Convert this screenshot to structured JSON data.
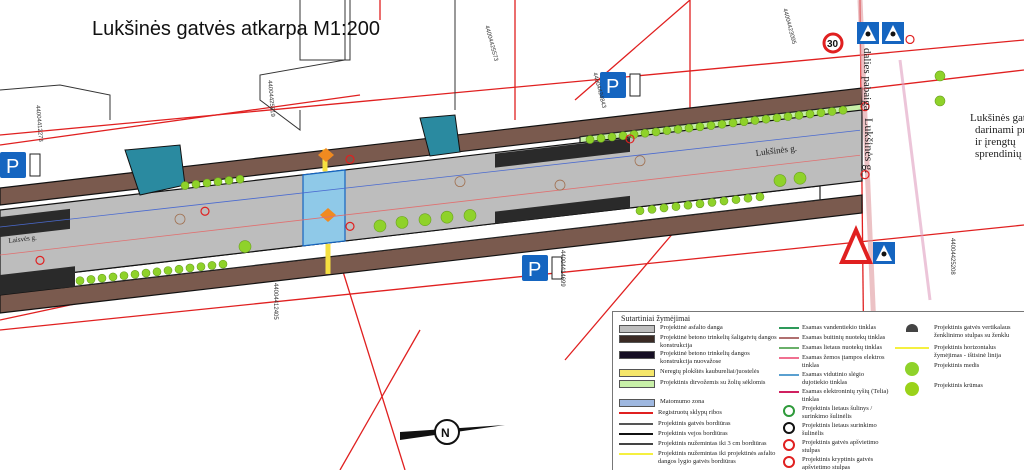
{
  "title": "Lukšinės gatvės atkarpa M1:200",
  "streets": {
    "center": "Lukšinės g.",
    "right_vertical": "Lukšinės g.",
    "right_vertical2": "dalies pabaiga",
    "left": "Laisvės g.",
    "note_line1": "Lukšinės gatvė",
    "note_line2": "darinami prie",
    "note_line3": "ir įrengtų",
    "note_line4": "sprendinių"
  },
  "parcels": [
    "44004412273",
    "44004425519",
    "44004425573",
    "44004423095",
    "44004424843",
    "44004412405",
    "44004414699",
    "44004425208"
  ],
  "signs": {
    "parking": "P",
    "speed_limit": "30"
  },
  "colors": {
    "asphalt": "#bdbdbd",
    "sidewalk": "#7a5a4e",
    "parking": "#2a2a2a",
    "lawn": "#c8f0a8",
    "tree": "#8fd22a",
    "cadastre": "#e02020",
    "sign_blue": "#1565c0",
    "teal": "#2a8aa0"
  },
  "legend": {
    "header": "Sutartiniai žymėjimai",
    "col1": [
      {
        "label": "Projektinė asfalto danga",
        "swatch": "#bdbdbd"
      },
      {
        "label": "Projektinė betono trinkelių šaligatvių dangos konstrukcija",
        "swatch": "#3a2a24"
      },
      {
        "label": "Projektinė betono trinkelių dangos konstrukcija nuovažose",
        "swatch": "#160f24"
      },
      {
        "label": "Neregių plokštės kaubureliai/juostelės",
        "swatch": "#f5e66a"
      },
      {
        "label": "Projektinis dirvožemis su žolių sėklomis",
        "swatch": "#c8f0a8"
      },
      {
        "label": "Matomumo zona",
        "swatch": "#9fb8e0"
      },
      {
        "label": "Registruotų sklypų ribos",
        "swatch": "#e02020"
      },
      {
        "label": "Projektinis gatvės bordiūras",
        "swatch": "#555555"
      },
      {
        "label": "Projektinis vejos bordiūras",
        "swatch": "#111111"
      },
      {
        "label": "Projektinis nužemintas iki 3 cm bordiūras",
        "swatch": "#444444"
      },
      {
        "label": "Projektinis nužemintas iki projektinės asfalto dangos lygio gatvės bordiūras",
        "swatch": "#f5f040"
      }
    ],
    "col2": [
      {
        "label": "Esamas vandentiekio tinklas",
        "swatch": "#2e9a5a"
      },
      {
        "label": "Esamas buitinių nuotekų tinklas",
        "swatch": "#b07070"
      },
      {
        "label": "Esamas lietaus nuotekų tinklas",
        "swatch": "#6ab06a"
      },
      {
        "label": "Esamas žemos įtampos elektros tinklas",
        "swatch": "#f07090"
      },
      {
        "label": "Esamas vidutinio slėgio dujotiekio tinklas",
        "swatch": "#5aa0d0"
      },
      {
        "label": "Esamas elektroninių ryšių (Telia) tinklas",
        "swatch": "#d02060"
      },
      {
        "label": "Projektinis lietaus šulinys / surinkimo šulinėlis",
        "swatch": "#2e9a3a"
      },
      {
        "label": "Projektinis lietaus surinkimo šulinėlis",
        "swatch": "#111111"
      },
      {
        "label": "Projektinis gatvės apšvietimo stulpas",
        "swatch": "#e02020"
      },
      {
        "label": "Projektinis kryptinis gatvės apšvietimo stulpas",
        "swatch": "#e02020"
      }
    ],
    "col3": [
      {
        "label": "Projektinis gatvės vertikalaus ženklinimo stulpas su ženklu",
        "swatch": "#444444"
      },
      {
        "label": "Projektinis horizontalus žymėjimas - ištisinė linija",
        "swatch": "#f5f040"
      },
      {
        "label": "Projektinis medis",
        "swatch": "#8fd22a"
      },
      {
        "label": "Projektinis krūmas",
        "swatch": "#9ad21a"
      }
    ]
  }
}
